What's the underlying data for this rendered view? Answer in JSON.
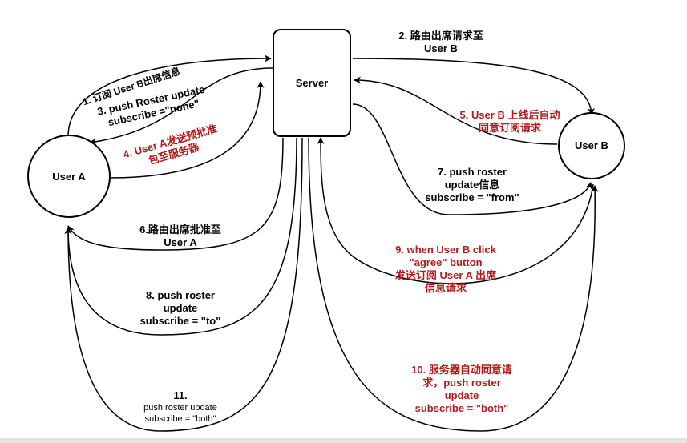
{
  "nodes": {
    "server": "Server",
    "user_a": "User A",
    "user_b": "User B"
  },
  "edges": {
    "e1": "1. 订阅 User B出席信息",
    "e2": [
      "2. 路由出席请求至",
      "User B"
    ],
    "e3": [
      "3. push Roster update",
      "subscribe =\"none\""
    ],
    "e4": [
      "4. User A发送预批准",
      "包至服务器"
    ],
    "e5": [
      "5. User B 上线后自动",
      "同意订阅请求"
    ],
    "e6": [
      "6.路由出席批准至",
      "User A"
    ],
    "e7": [
      "7. push roster",
      "update信息",
      "subscribe = \"from\""
    ],
    "e8": [
      "8. push roster",
      "update",
      "subscribe = \"to\""
    ],
    "e9": [
      "9. when User B click",
      "\"agree\" button",
      "发送订阅 User A 出席",
      "信息请求"
    ],
    "e10": [
      "10. 服务器自动同意请",
      "求，push roster",
      "update",
      "subscribe = \"both\""
    ],
    "e11": [
      "11.",
      "push roster update",
      "subscribe = \"both\""
    ]
  },
  "colors": {
    "stroke": "#000000",
    "highlight_text": "#b11b1b",
    "text": "#000000"
  }
}
